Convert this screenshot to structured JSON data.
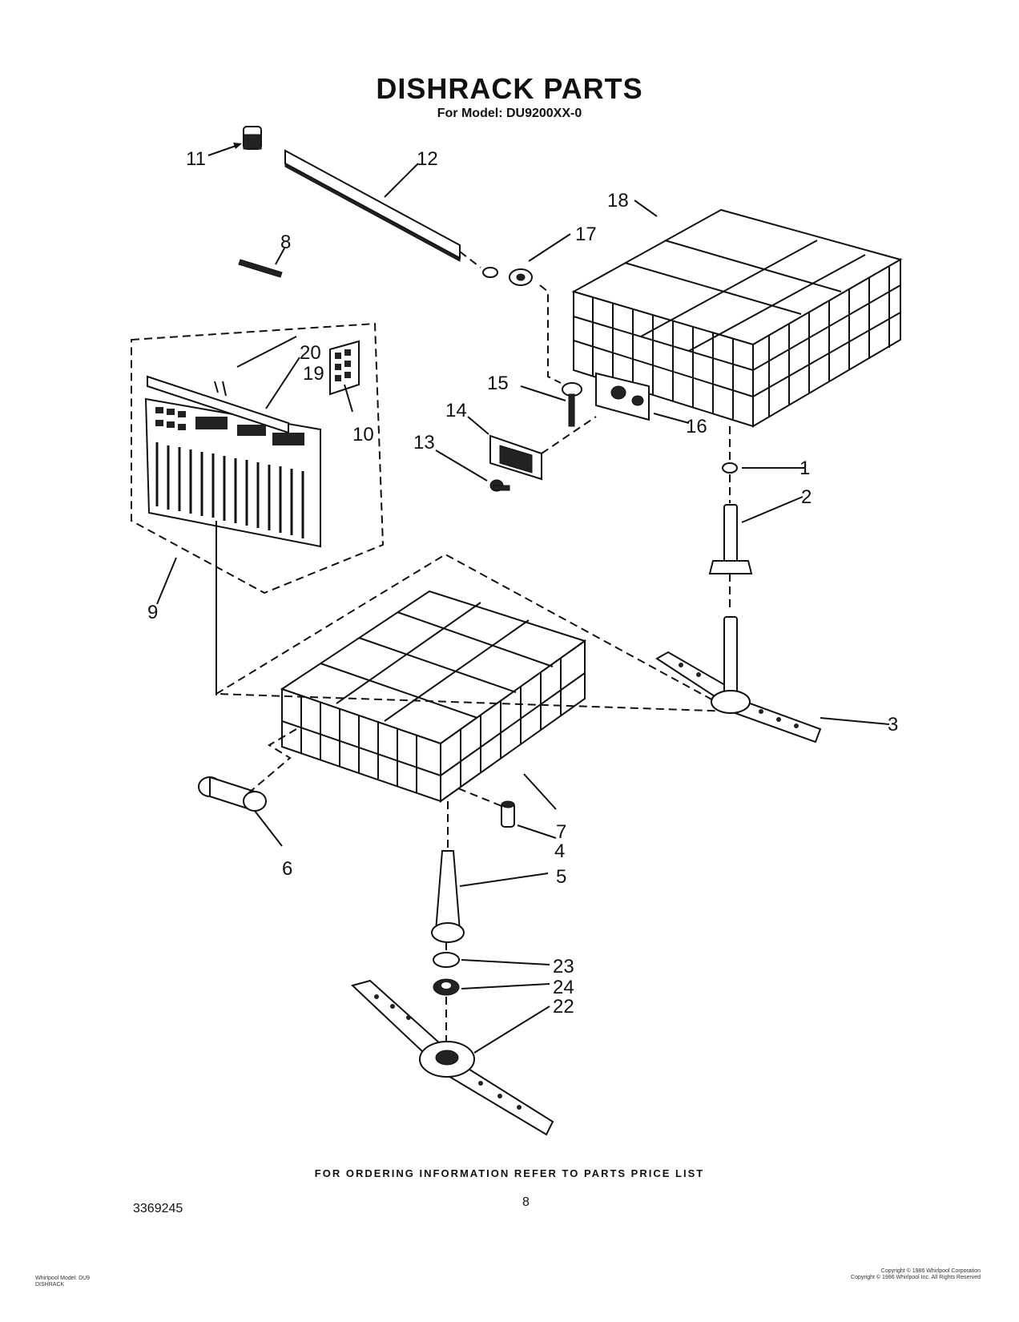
{
  "title": "DISHRACK PARTS",
  "subtitle": "For Model: DU9200XX-0",
  "footer_note": "FOR ORDERING INFORMATION REFER TO PARTS PRICE LIST",
  "doc_number": "3369245",
  "page_number": "8",
  "copyright_lines": [
    "Copyright © 1986 Whirlpool Corporation",
    "Copyright © 1986 Whirlpool Inc. All Rights Reserved"
  ],
  "file_note_lines": [
    "Whirlpool Model: DU9",
    "DISHRACK"
  ],
  "callouts": [
    "1",
    "2",
    "3",
    "4",
    "5",
    "6",
    "7",
    "8",
    "9",
    "10",
    "11",
    "12",
    "13",
    "14",
    "15",
    "16",
    "17",
    "18",
    "19",
    "20",
    "22",
    "23",
    "24"
  ]
}
